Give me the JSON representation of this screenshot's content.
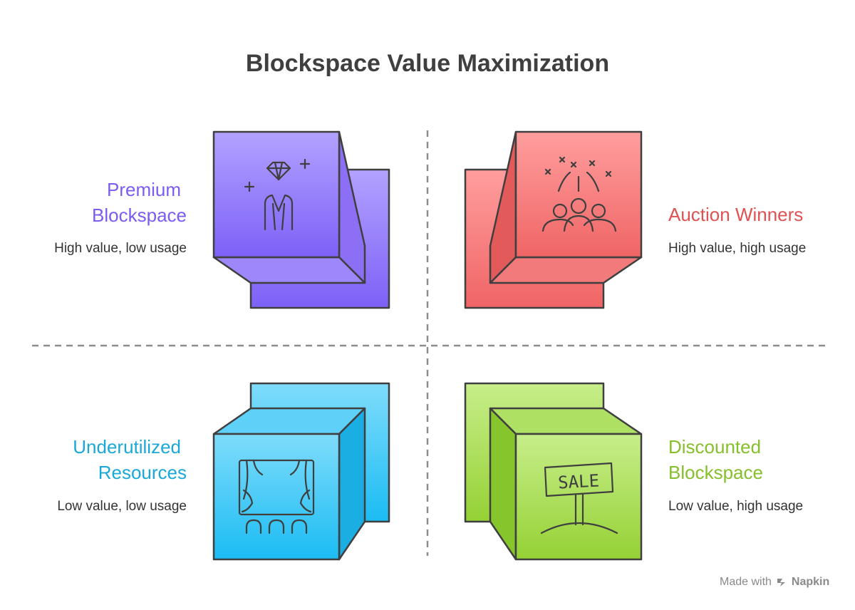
{
  "title": "Blockspace Value Maximization",
  "quadrants": [
    {
      "label_line1": "Premium",
      "label_line2": "Blockspace",
      "description": "High value, low usage",
      "color": "#7a5cf0",
      "icon": "diamond-person-icon"
    },
    {
      "label_line1": "Auction Winners",
      "label_line2": "",
      "description": "High value, high usage",
      "color": "#e05252",
      "icon": "celebrating-group-icon"
    },
    {
      "label_line1": "Underutilized",
      "label_line2": "Resources",
      "description": "Low value, low usage",
      "color": "#1aa8d8",
      "icon": "theater-stage-icon"
    },
    {
      "label_line1": "Discounted",
      "label_line2": "Blockspace",
      "description": "Low value, high usage",
      "color": "#86bf2c",
      "icon": "sale-sign-icon"
    }
  ],
  "sale_sign_text": "SALE",
  "footer": {
    "prefix": "Made with",
    "brand": "Napkin"
  }
}
